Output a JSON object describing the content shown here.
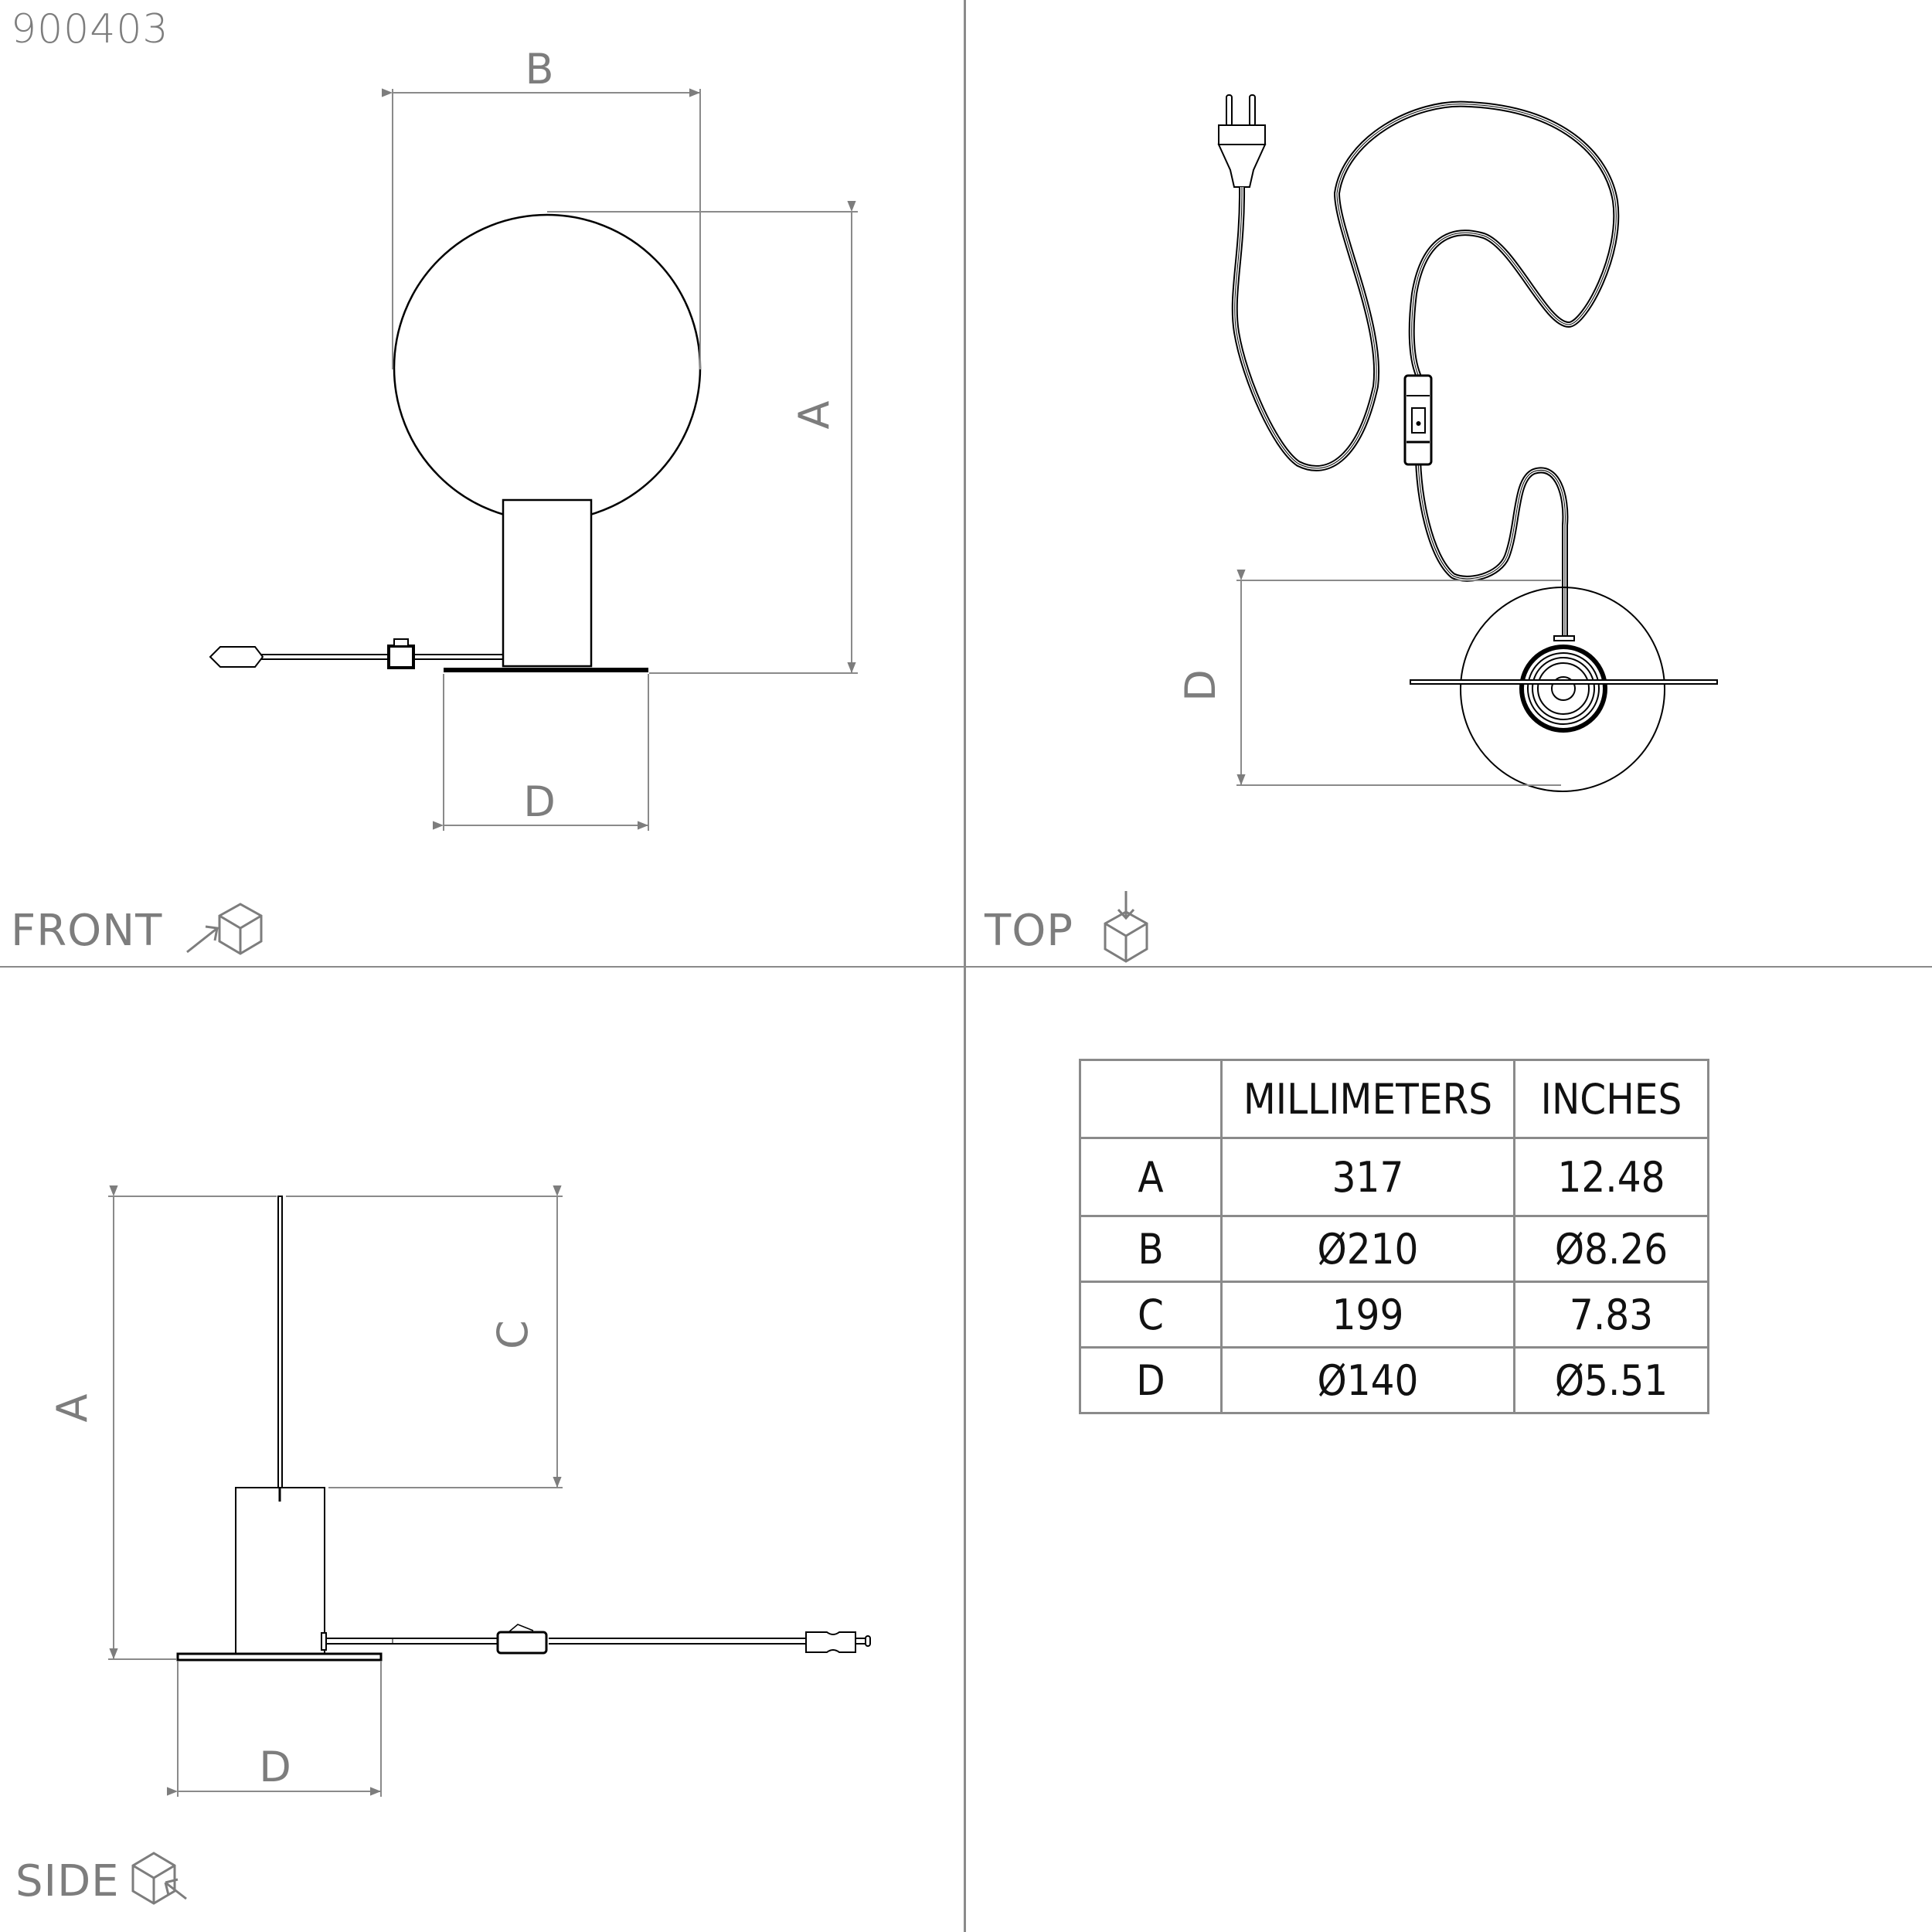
{
  "document": {
    "product_code": "900403",
    "accent_colors": {
      "annotation_gray": "#7d7d7d",
      "line_black": "#000000",
      "grid_gray": "#8a8a8a"
    }
  },
  "views": {
    "front": {
      "label": "FRONT",
      "icon": "cube-front-view-icon",
      "dims": {
        "b": "B",
        "a": "A",
        "d": "D"
      }
    },
    "top": {
      "label": "TOP",
      "icon": "cube-top-view-icon",
      "dims": {
        "d": "D"
      }
    },
    "side": {
      "label": "SIDE",
      "icon": "cube-side-view-icon",
      "dims": {
        "a": "A",
        "c": "C",
        "d": "D"
      }
    }
  },
  "dimension_table": {
    "headers": [
      "",
      "MILLIMETERS",
      "INCHES"
    ],
    "rows": [
      {
        "dim": "A",
        "mm": "317",
        "in": "12.48"
      },
      {
        "dim": "B",
        "mm": "Ø210",
        "in": "Ø8.26"
      },
      {
        "dim": "C",
        "mm": "199",
        "in": "7.83"
      },
      {
        "dim": "D",
        "mm": "Ø140",
        "in": "Ø5.51"
      }
    ]
  }
}
